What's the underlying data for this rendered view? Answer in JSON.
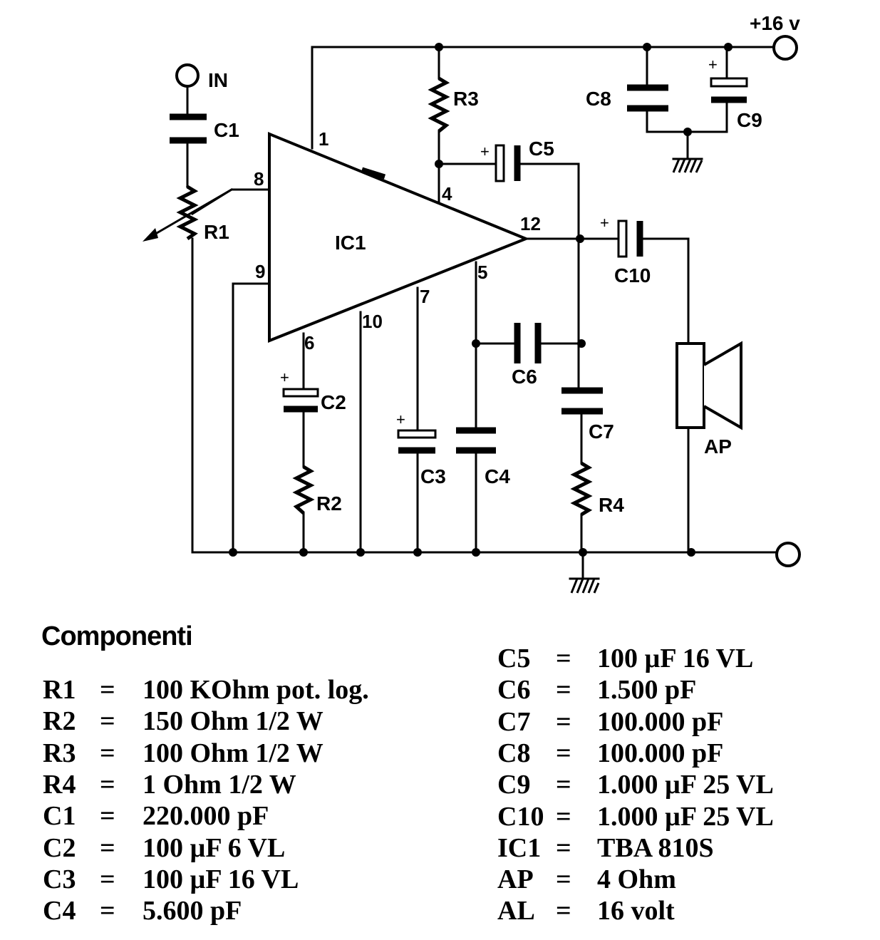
{
  "schematic": {
    "supply_label": "+16 v",
    "input_label": "IN",
    "ic_label": "IC1",
    "pins": [
      "1",
      "8",
      "4",
      "12",
      "9",
      "5",
      "7",
      "10",
      "6"
    ],
    "component_labels": [
      "C1",
      "R1",
      "R2",
      "R3",
      "R4",
      "C2",
      "C3",
      "C4",
      "C5",
      "C6",
      "C7",
      "C8",
      "C9",
      "C10",
      "AP"
    ],
    "plus_sign": "+"
  },
  "components_title": "Componenti",
  "components_left": [
    {
      "name": "R1",
      "eq": "=",
      "value": "100 KOhm pot. log."
    },
    {
      "name": "R2",
      "eq": "=",
      "value": "150 Ohm 1/2 W"
    },
    {
      "name": "R3",
      "eq": "=",
      "value": "100 Ohm 1/2 W"
    },
    {
      "name": "R4",
      "eq": "=",
      "value": "1 Ohm 1/2 W"
    },
    {
      "name": "C1",
      "eq": "=",
      "value": "220.000 pF"
    },
    {
      "name": "C2",
      "eq": "=",
      "value": "100 µF 6 VL"
    },
    {
      "name": "C3",
      "eq": "=",
      "value": "100 µF 16 VL"
    },
    {
      "name": "C4",
      "eq": "=",
      "value": "5.600 pF"
    }
  ],
  "components_right": [
    {
      "name": "C5",
      "eq": "=",
      "value": "100 µF 16 VL"
    },
    {
      "name": "C6",
      "eq": "=",
      "value": "1.500 pF"
    },
    {
      "name": "C7",
      "eq": "=",
      "value": "100.000 pF"
    },
    {
      "name": "C8",
      "eq": "=",
      "value": "100.000 pF"
    },
    {
      "name": "C9",
      "eq": "=",
      "value": "1.000 µF 25 VL"
    },
    {
      "name": "C10",
      "eq": "=",
      "value": "1.000 µF 25 VL"
    },
    {
      "name": "IC1",
      "eq": "=",
      "value": "TBA 810S"
    },
    {
      "name": "AP",
      "eq": "=",
      "value": "4 Ohm"
    },
    {
      "name": "AL",
      "eq": "=",
      "value": "16 volt"
    }
  ]
}
